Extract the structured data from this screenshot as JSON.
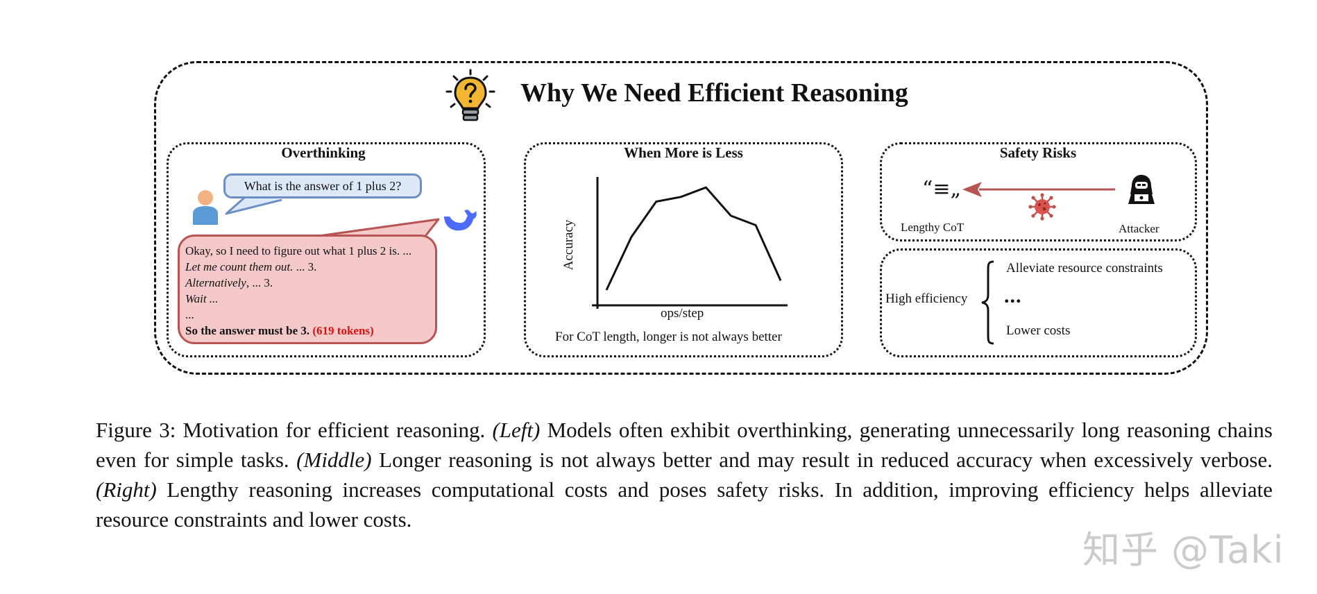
{
  "figure": {
    "main_title": "Why We Need Efficient Reasoning",
    "left_panel": {
      "title": "Overthinking",
      "question": "What is the answer of 1 plus 2?",
      "answer_lines": [
        "Okay, so I need to figure out what 1 plus 2 is. ...",
        "Let me count them out.",
        " ... 3.",
        "Alternatively",
        ", ... 3.",
        "Wait ...",
        "...",
        "So the answer must be 3.",
        "(619 tokens)"
      ]
    },
    "middle_panel": {
      "title": "When More is Less",
      "xlabel": "ops/step",
      "ylabel": "Accuracy",
      "caption": "For CoT length, longer is not always better"
    },
    "right_top_panel": {
      "title": "Safety Risks",
      "left_label": "Lengthy CoT",
      "right_label": "Attacker"
    },
    "right_bottom_panel": {
      "label": "High efficiency",
      "items": [
        "Alleviate resource constraints",
        "...",
        "Lower costs"
      ]
    }
  },
  "chart_data": {
    "type": "line",
    "xlabel": "ops/step",
    "ylabel": "Accuracy",
    "series": [
      {
        "values": [
          0.1,
          0.55,
          0.85,
          0.89,
          0.97,
          0.73,
          0.65,
          0.18
        ]
      }
    ]
  },
  "caption": {
    "p1": "Figure 3: Motivation for efficient reasoning. ",
    "left": "(Left)",
    "p2": " Models often exhibit overthinking, generating unnecessarily long reasoning chains even for simple tasks. ",
    "middle": "(Middle)",
    "p3": " Longer reasoning is not always better and may result in reduced accuracy when excessively verbose. ",
    "right": "(Right)",
    "p4": " Lengthy reasoning increases computational costs and poses safety risks. In addition, improving efficiency helps alleviate resource constraints and lower costs."
  },
  "watermark": "知乎 @Taki",
  "colors": {
    "question_fill": "#dde9f8",
    "question_border": "#6b8fc2",
    "answer_fill": "#f5c9c9",
    "answer_border": "#b85454",
    "tokens": "#dd1111",
    "arrow": "#b85454",
    "virus": "#c0504d",
    "bulb": "#f2b632",
    "deepseek": "#4d6bfe"
  },
  "icons": [
    "lightbulb-question-icon",
    "user-icon",
    "deepseek-whale-icon",
    "lengthy-cot-icon",
    "virus-icon",
    "attacker-icon"
  ]
}
